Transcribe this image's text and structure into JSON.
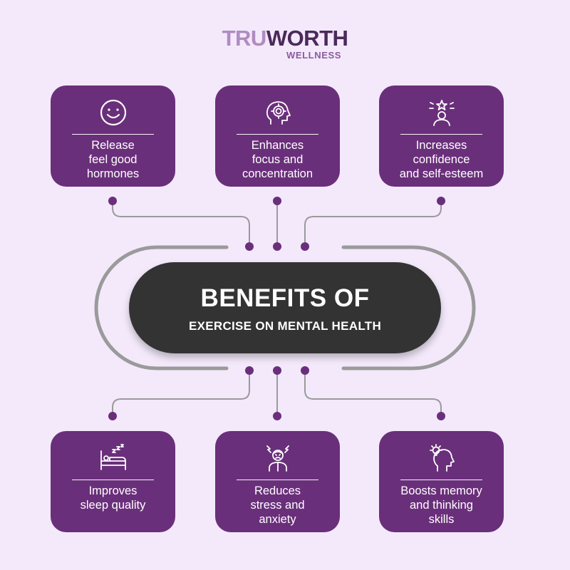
{
  "logo": {
    "part1": "TRU",
    "part2": "WORTH",
    "sub": "WELLNESS"
  },
  "center": {
    "title": "BENEFITS OF",
    "subtitle": "EXERCISE ON MENTAL HEALTH"
  },
  "benefits": [
    {
      "icon": "smiley-face-icon",
      "lines": [
        "Release",
        "feel good",
        "hormones"
      ]
    },
    {
      "icon": "head-target-icon",
      "lines": [
        "Enhances",
        "focus and",
        "concentration"
      ]
    },
    {
      "icon": "star-person-icon",
      "lines": [
        "Increases",
        "confidence",
        "and self-esteem"
      ]
    },
    {
      "icon": "bed-sleep-icon",
      "lines": [
        "Improves",
        "sleep quality"
      ]
    },
    {
      "icon": "stressed-person-icon",
      "lines": [
        "Reduces",
        "stress and",
        "anxiety"
      ]
    },
    {
      "icon": "head-lightbulb-icon",
      "lines": [
        "Boosts memory",
        "and thinking",
        "skills"
      ]
    }
  ],
  "colors": {
    "background": "#f3e9fb",
    "card": "#6a2f7a",
    "center": "#333333",
    "connector": "#9a9a9a",
    "dot": "#6a2f7a"
  }
}
